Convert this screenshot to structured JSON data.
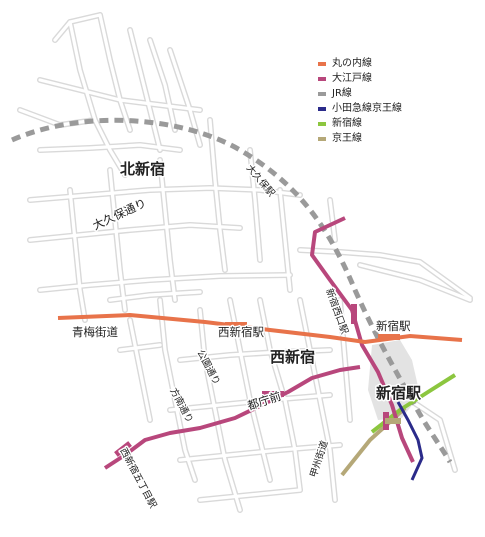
{
  "areas": {
    "kita_shinjuku": "北新宿",
    "nishi_shinjuku": "西新宿"
  },
  "streets": {
    "okubo_dori": "大久保通り",
    "ome_kaido": "青梅街道",
    "koen_dori": "公園通り",
    "hogan_dori": "方南通り",
    "koshu_kaido": "甲州街道",
    "okubo_eki_label": "大久保駅"
  },
  "stations": {
    "shinjuku_major": "新宿駅",
    "shinjuku_small": "新宿駅",
    "nishi_shinjuku": "西新宿駅",
    "tochomae": "都庁前",
    "shinjuku_nishiguchi": "新宿西口駅",
    "nishi_shinjuku_gochome": "西新宿五丁目駅"
  },
  "legend": [
    {
      "label": "丸の内線",
      "color": "#e8734a"
    },
    {
      "label": "大江戸線",
      "color": "#b8477c"
    },
    {
      "label": "JR線",
      "color": "#9a9a9a"
    },
    {
      "label": "小田急線京王線",
      "color": "#2b2b8a"
    },
    {
      "label": "新宿線",
      "color": "#8cc63f"
    },
    {
      "label": "京王線",
      "color": "#b5a878"
    }
  ],
  "colors": {
    "marunouchi": "#e8734a",
    "oedo": "#b8477c",
    "jr": "#9a9a9a",
    "odakyu_keio": "#2b2b8a",
    "shinjuku_line": "#8cc63f",
    "keio": "#b5a878",
    "street": "#d9d9d9",
    "station_area": "#e3e3e3"
  }
}
